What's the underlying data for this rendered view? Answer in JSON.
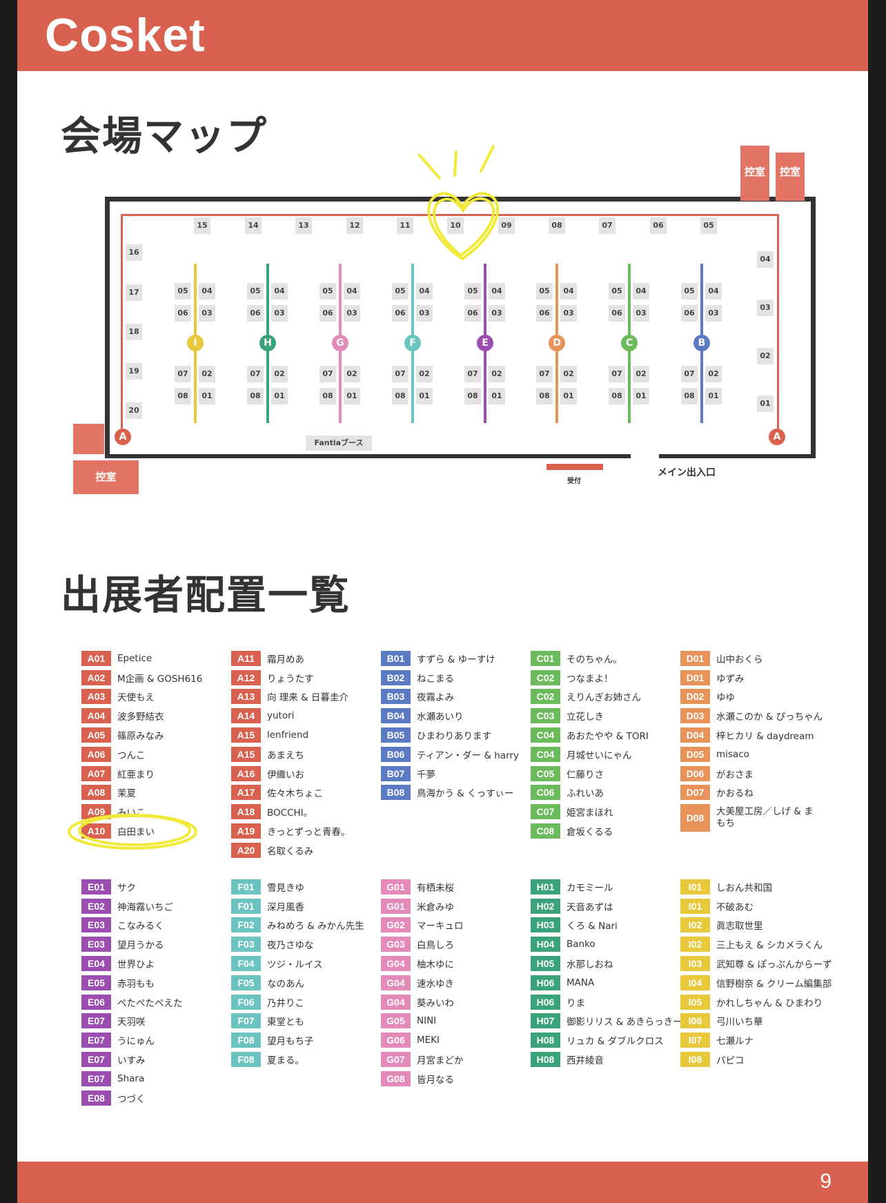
{
  "header": {
    "logo": "Cosket"
  },
  "footer": {
    "page_number": "9"
  },
  "map_section": {
    "title": "会場マップ",
    "top_booths": [
      "15",
      "14",
      "13",
      "12",
      "11",
      "10",
      "09",
      "08",
      "07",
      "06",
      "05"
    ],
    "left_booths": [
      "16",
      "17",
      "18",
      "19",
      "20"
    ],
    "right_booths": [
      "04",
      "03",
      "02",
      "01"
    ],
    "aisles": [
      {
        "letter": "I",
        "color": "#e8c93c"
      },
      {
        "letter": "H",
        "color": "#3aa37a"
      },
      {
        "letter": "G",
        "color": "#e38ab8"
      },
      {
        "letter": "F",
        "color": "#6cc4c0"
      },
      {
        "letter": "E",
        "color": "#9b4db0"
      },
      {
        "letter": "D",
        "color": "#e8935a"
      },
      {
        "letter": "C",
        "color": "#6bbb5c"
      },
      {
        "letter": "B",
        "color": "#5b7ac4"
      }
    ],
    "island_booths": {
      "left": [
        "05",
        "06",
        "07",
        "08"
      ],
      "right": [
        "04",
        "03",
        "02",
        "01"
      ]
    },
    "corner_letter": "A",
    "rooms": [
      "控室",
      "控室",
      "控室"
    ],
    "fantia_booth": "Fantiaブース",
    "reception": "受付",
    "main_entrance": "メイン出入口"
  },
  "list_section": {
    "title": "出展者配置一覧",
    "colors": {
      "A": "#d9614f",
      "B": "#5b7ac4",
      "C": "#6bbb5c",
      "D": "#e8935a",
      "E": "#9b4db0",
      "F": "#6cc4c0",
      "G": "#e38ab8",
      "H": "#3aa37a",
      "I": "#e8c93c"
    },
    "columns": [
      {
        "key": "A",
        "entries": [
          {
            "code": "A01",
            "name": "Epetice"
          },
          {
            "code": "A02",
            "name": "M企画 & GOSH616"
          },
          {
            "code": "A03",
            "name": "天使もえ"
          },
          {
            "code": "A04",
            "name": "波多野結衣"
          },
          {
            "code": "A05",
            "name": "篠原みなみ"
          },
          {
            "code": "A06",
            "name": "つんこ"
          },
          {
            "code": "A07",
            "name": "紅亜まり"
          },
          {
            "code": "A08",
            "name": "茉夏"
          },
          {
            "code": "A09",
            "name": "みいこ"
          },
          {
            "code": "A10",
            "name": "白田まい"
          }
        ]
      },
      {
        "key": "A",
        "entries": [
          {
            "code": "A11",
            "name": "霜月めあ"
          },
          {
            "code": "A12",
            "name": "りょうたす"
          },
          {
            "code": "A13",
            "name": "向 理来 & 日暮圭介"
          },
          {
            "code": "A14",
            "name": "yutori"
          },
          {
            "code": "A15",
            "name": "lenfriend"
          },
          {
            "code": "A15",
            "name": "あまえち"
          },
          {
            "code": "A16",
            "name": "伊織いお"
          },
          {
            "code": "A17",
            "name": "佐々木ちょこ"
          },
          {
            "code": "A18",
            "name": "BOCCHI。"
          },
          {
            "code": "A19",
            "name": "きっとずっと青春。"
          },
          {
            "code": "A20",
            "name": "名取くるみ"
          }
        ]
      },
      {
        "key": "B",
        "entries": [
          {
            "code": "B01",
            "name": "すずら & ゆーすけ"
          },
          {
            "code": "B02",
            "name": "ねこまる"
          },
          {
            "code": "B03",
            "name": "夜霧よみ"
          },
          {
            "code": "B04",
            "name": "水瀬あいり"
          },
          {
            "code": "B05",
            "name": "ひまわりあります"
          },
          {
            "code": "B06",
            "name": "ティアン・ダー & harry"
          },
          {
            "code": "B07",
            "name": "千夢"
          },
          {
            "code": "B08",
            "name": "鳥海かう & くっすぃー"
          }
        ]
      },
      {
        "key": "C",
        "entries": [
          {
            "code": "C01",
            "name": "そのちゃん。"
          },
          {
            "code": "C02",
            "name": "つなまよ！"
          },
          {
            "code": "C02",
            "name": "えりんぎお姉さん"
          },
          {
            "code": "C03",
            "name": "立花しき"
          },
          {
            "code": "C04",
            "name": "あおたやや & TORI"
          },
          {
            "code": "C04",
            "name": "月城せいにゃん"
          },
          {
            "code": "C05",
            "name": "仁藤りさ"
          },
          {
            "code": "C06",
            "name": "ふれいあ"
          },
          {
            "code": "C07",
            "name": "姫宮まほれ"
          },
          {
            "code": "C08",
            "name": "倉坂くるる"
          }
        ]
      },
      {
        "key": "D",
        "entries": [
          {
            "code": "D01",
            "name": "山中おくら"
          },
          {
            "code": "D01",
            "name": "ゆずみ"
          },
          {
            "code": "D02",
            "name": "ゆゆ"
          },
          {
            "code": "D03",
            "name": "水瀬このか & ぴっちゃん"
          },
          {
            "code": "D04",
            "name": "梓ヒカリ & daydream"
          },
          {
            "code": "D05",
            "name": "misaco"
          },
          {
            "code": "D06",
            "name": "がおさま"
          },
          {
            "code": "D07",
            "name": "かおるね"
          },
          {
            "code": "D08",
            "name": "大美屋工房／しげ & まもち",
            "tall": true
          }
        ]
      },
      {
        "key": "E",
        "entries": [
          {
            "code": "E01",
            "name": "サク"
          },
          {
            "code": "E02",
            "name": "神海霧いちご"
          },
          {
            "code": "E03",
            "name": "こなみるく"
          },
          {
            "code": "E03",
            "name": "望月うかる"
          },
          {
            "code": "E04",
            "name": "世界ひよ"
          },
          {
            "code": "E05",
            "name": "赤羽もも"
          },
          {
            "code": "E06",
            "name": "ぺたぺたぺえた"
          },
          {
            "code": "E07",
            "name": "天羽咲"
          },
          {
            "code": "E07",
            "name": "うにゅん"
          },
          {
            "code": "E07",
            "name": "いすみ"
          },
          {
            "code": "E07",
            "name": "Shara"
          },
          {
            "code": "E08",
            "name": "つづく"
          }
        ]
      },
      {
        "key": "F",
        "entries": [
          {
            "code": "F01",
            "name": "雪見きゆ"
          },
          {
            "code": "F01",
            "name": "深月風香"
          },
          {
            "code": "F02",
            "name": "みねめろ & みかん先生"
          },
          {
            "code": "F03",
            "name": "夜乃さゆな"
          },
          {
            "code": "F04",
            "name": "ツジ・ルイス"
          },
          {
            "code": "F05",
            "name": "なのあん"
          },
          {
            "code": "F06",
            "name": "乃井りこ"
          },
          {
            "code": "F07",
            "name": "東堂とも"
          },
          {
            "code": "F08",
            "name": "望月もち子"
          },
          {
            "code": "F08",
            "name": "夏まる。"
          }
        ]
      },
      {
        "key": "G",
        "entries": [
          {
            "code": "G01",
            "name": "有栖未桜"
          },
          {
            "code": "G01",
            "name": "米倉みゆ"
          },
          {
            "code": "G02",
            "name": "マーキュロ"
          },
          {
            "code": "G03",
            "name": "白鳥しろ"
          },
          {
            "code": "G04",
            "name": "柚木ゆに"
          },
          {
            "code": "G04",
            "name": "速水ゆき"
          },
          {
            "code": "G04",
            "name": "葵みいわ"
          },
          {
            "code": "G05",
            "name": "NINI"
          },
          {
            "code": "G06",
            "name": "MEKI"
          },
          {
            "code": "G07",
            "name": "月宮まどか"
          },
          {
            "code": "G08",
            "name": "皆月なる"
          }
        ]
      },
      {
        "key": "H",
        "entries": [
          {
            "code": "H01",
            "name": "カモミール"
          },
          {
            "code": "H02",
            "name": "天音あずは"
          },
          {
            "code": "H03",
            "name": "くろ & Nari"
          },
          {
            "code": "H04",
            "name": "Banko"
          },
          {
            "code": "H05",
            "name": "水那しおね"
          },
          {
            "code": "H06",
            "name": "MANA"
          },
          {
            "code": "H06",
            "name": "りま"
          },
          {
            "code": "H07",
            "name": "御影リリス & あきらっきー"
          },
          {
            "code": "H08",
            "name": "リュカ & ダブルクロス"
          },
          {
            "code": "H08",
            "name": "西井綾音"
          }
        ]
      },
      {
        "key": "I",
        "entries": [
          {
            "code": "I01",
            "name": "しおん共和国"
          },
          {
            "code": "I01",
            "name": "不破あむ"
          },
          {
            "code": "I02",
            "name": "眞志取世里"
          },
          {
            "code": "I02",
            "name": "三上もえ & シカメラくん"
          },
          {
            "code": "I03",
            "name": "武知尊 & ぽっぷんからーず"
          },
          {
            "code": "I04",
            "name": "信野樹奈 & クリーム編集部"
          },
          {
            "code": "I05",
            "name": "かれしちゃん & ひまわり"
          },
          {
            "code": "I06",
            "name": "弓川いち華"
          },
          {
            "code": "I07",
            "name": "七瀬ルナ"
          },
          {
            "code": "I08",
            "name": "パピコ"
          }
        ]
      }
    ]
  }
}
